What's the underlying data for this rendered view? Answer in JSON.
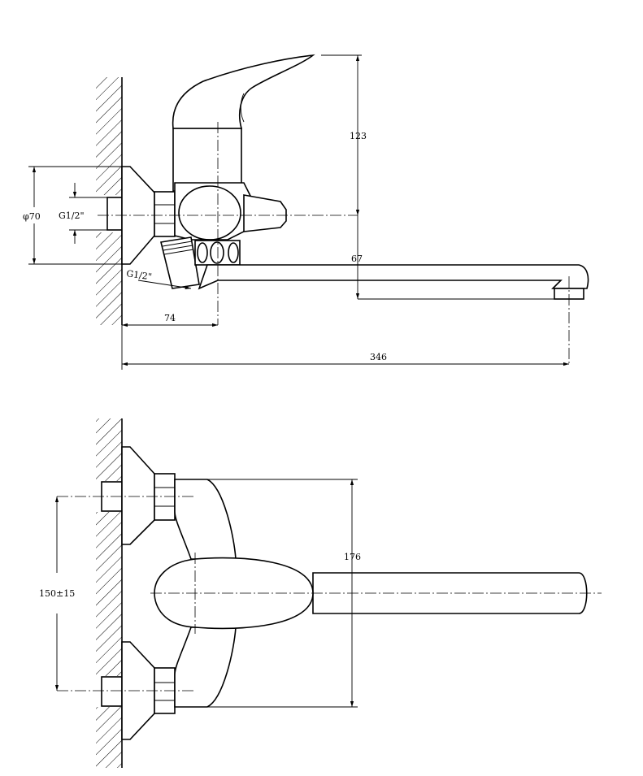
{
  "drawing": {
    "side_view": {
      "height_label": "123",
      "spout_height_label": "67",
      "flange_diameter_label": "φ70",
      "inlet_thread_label": "G1/2\"",
      "outlet_thread_label": "G1/2\"",
      "wall_to_body_label": "74",
      "total_reach_label": "346"
    },
    "top_view": {
      "body_width_label": "176",
      "inlet_spacing_label": "150±15"
    }
  }
}
